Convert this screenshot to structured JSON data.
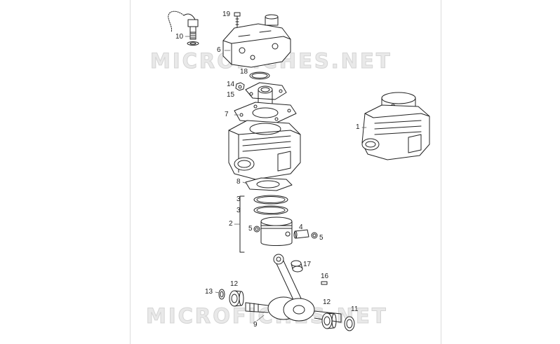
{
  "watermark": {
    "top": "MICROFICHES.NET",
    "bottom": "MICROFICHES.NET"
  },
  "labels": {
    "p1": "1",
    "p2": "2",
    "p3a": "3",
    "p3b": "3",
    "p4": "4",
    "p5a": "5",
    "p5b": "5",
    "p6": "6",
    "p7": "7",
    "p8": "8",
    "p9": "9",
    "p10": "10",
    "p11": "11",
    "p12a": "12",
    "p12b": "12",
    "p13": "13",
    "p14": "14",
    "p15": "15",
    "p16": "16",
    "p17": "17",
    "p18": "18",
    "p19": "19"
  }
}
